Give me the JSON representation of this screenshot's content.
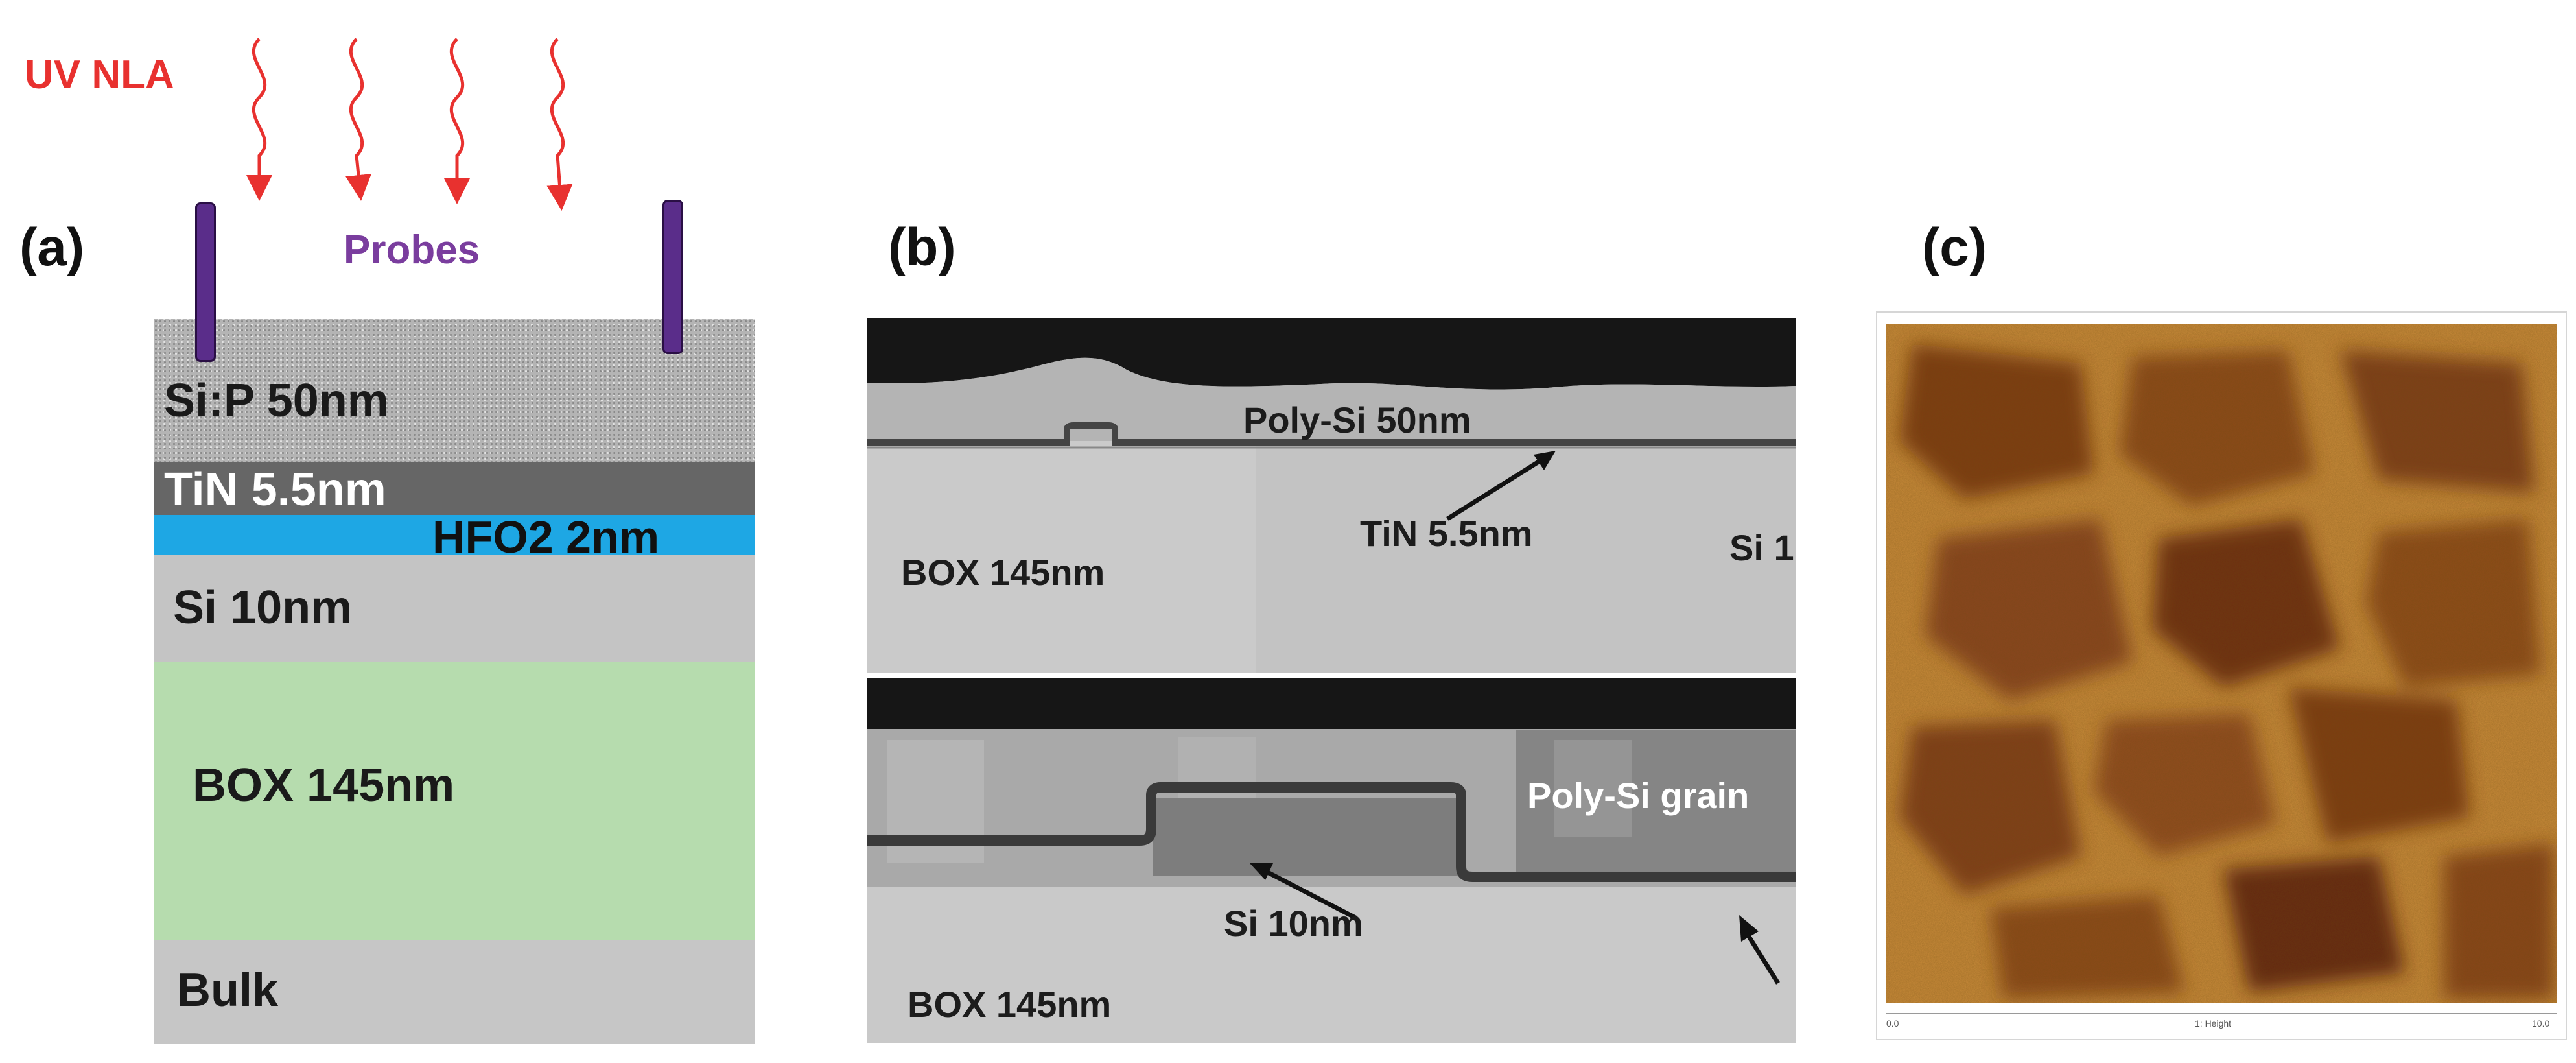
{
  "panel_a": {
    "letter": "(a)",
    "uv_label": "UV NLA",
    "probes_label": "Probes",
    "layers": [
      {
        "label": "Si:P 50nm",
        "color": "#b8b8b8"
      },
      {
        "label": "TiN 5.5nm",
        "color": "#6a6a6a"
      },
      {
        "label": "HFO2 2nm",
        "color": "#1ea7e4"
      },
      {
        "label": "Si 10nm",
        "color": "#c4c4c4"
      },
      {
        "label": "BOX 145nm",
        "color": "#b6dcae"
      },
      {
        "label": "Bulk",
        "color": "#c6c6c6"
      }
    ]
  },
  "panel_b": {
    "letter": "(b)",
    "top": {
      "poly_label": "Poly-Si 50nm",
      "tin_label": "TiN 5.5nm",
      "box_label": "BOX 145nm",
      "cut_label": "Si 1"
    },
    "bottom": {
      "grain_label": "Poly-Si grain",
      "si_label": "Si 10nm",
      "box_label": "BOX 145nm"
    }
  },
  "panel_c": {
    "letter": "(c)",
    "axis_left": "0.0",
    "axis_center": "1: Height",
    "axis_right": "10.0",
    "colors": {
      "dark": "#6b2a0c",
      "mid": "#a5621f",
      "light": "#d9a04a"
    }
  }
}
